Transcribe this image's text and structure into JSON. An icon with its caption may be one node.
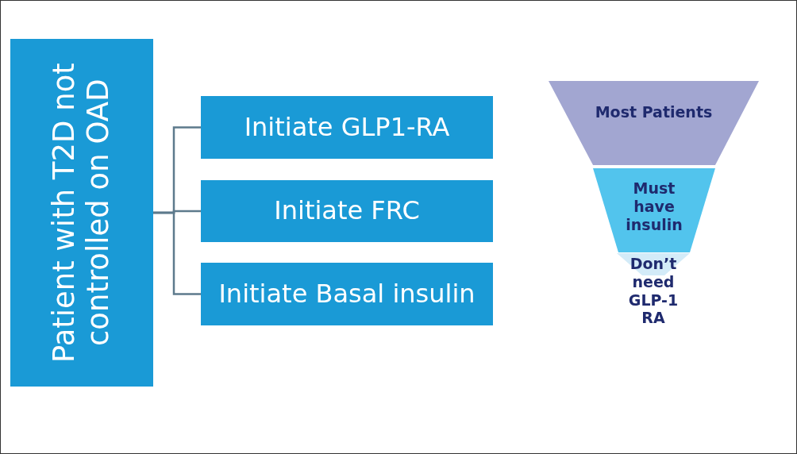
{
  "diagram": {
    "nodes": [
      {
        "text": [
          "Patient with T2D not controlled on OAD"
        ]
      },
      {
        "text": [
          "Initiate GLP1-RA"
        ]
      },
      {
        "text": [
          "Initiate FRC"
        ]
      },
      {
        "text": [
          "Initiate Basal insulin"
        ]
      },
      {
        "text": [
          "Most Patients"
        ]
      },
      {
        "text": [
          "Must have insulin"
        ]
      },
      {
        "text": [
          "Don’t need GLP-1 RA"
        ]
      }
    ],
    "edges": [
      {
        "from": 0,
        "to": 1,
        "arrow": "none"
      },
      {
        "from": 0,
        "to": 2,
        "arrow": "none"
      },
      {
        "from": 0,
        "to": 3,
        "arrow": "none"
      }
    ]
  }
}
